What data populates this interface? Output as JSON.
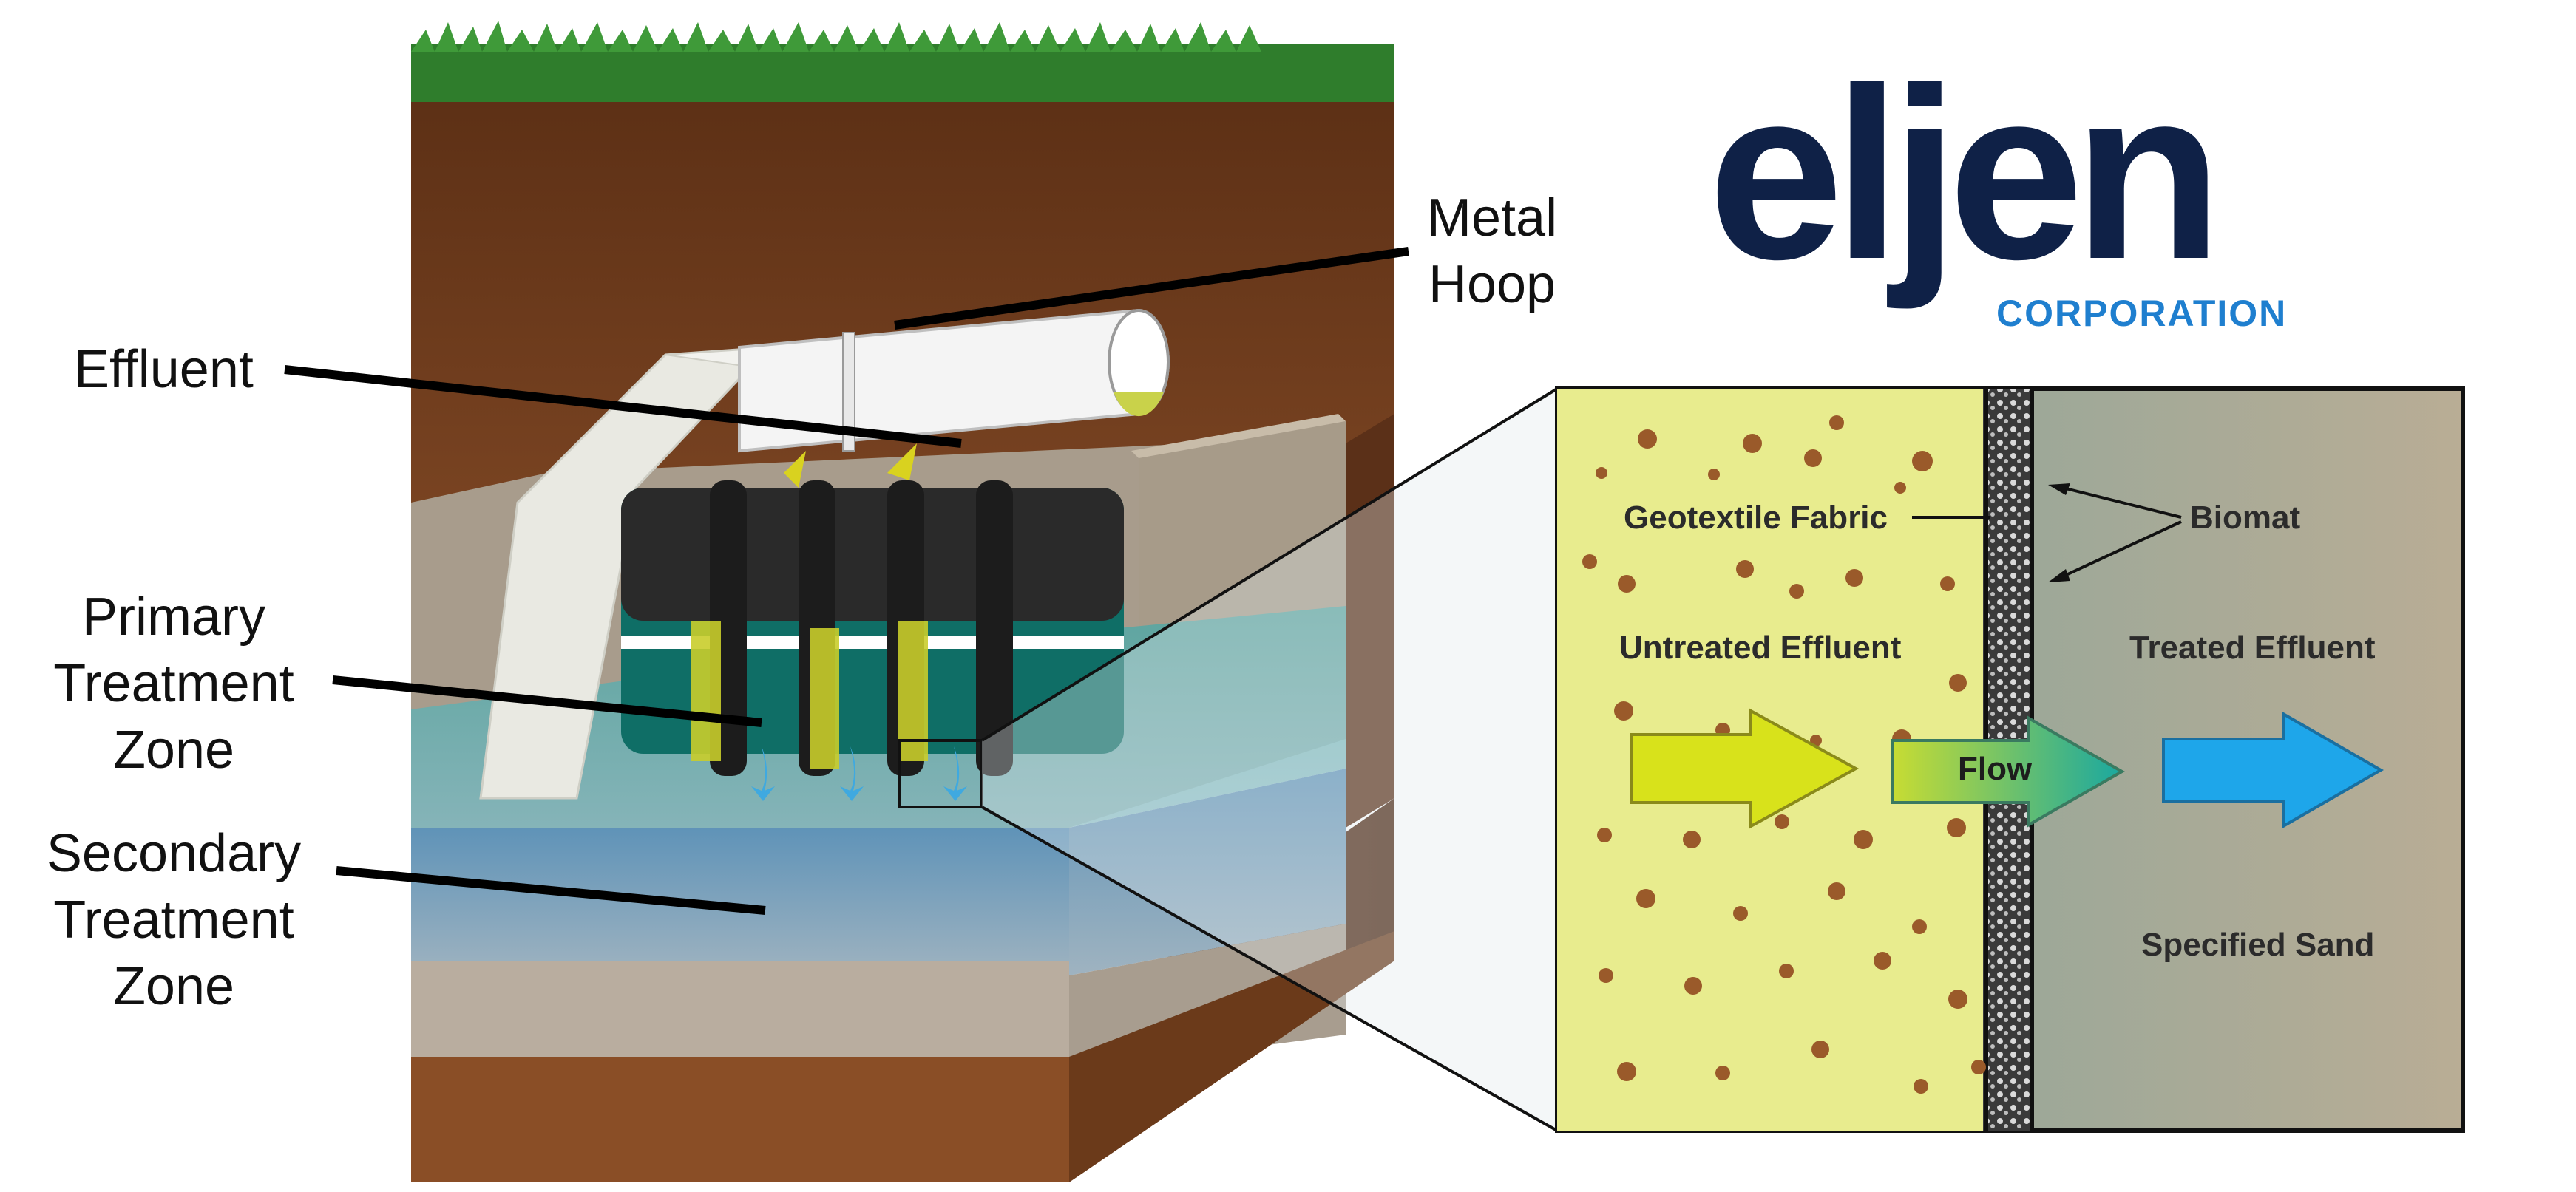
{
  "labels": {
    "metal_hoop": [
      "Metal",
      "Hoop"
    ],
    "effluent": "Effluent",
    "primary": [
      "Primary",
      "Treatment",
      "Zone"
    ],
    "secondary": [
      "Secondary",
      "Treatment",
      "Zone"
    ]
  },
  "logo": {
    "word": "eljen",
    "sub": "CORPORATION"
  },
  "inset": {
    "geotextile": "Geotextile Fabric",
    "biomat": "Biomat",
    "untreated": "Untreated Effluent",
    "treated": "Treated Effluent",
    "flow": "Flow",
    "sand": "Specified Sand"
  },
  "colors": {
    "soil": "#6b3a1e",
    "grass": "#2f7d2c",
    "sand_gray": "#b9ad9e",
    "teal": "#0f6e66",
    "blue_zone": "#7fa6c4",
    "untreated_fill": "#e9ed8f",
    "treated_fill": "#8fb0a6",
    "logo_navy": "#0f2147",
    "logo_blue": "#1f7fcf"
  }
}
